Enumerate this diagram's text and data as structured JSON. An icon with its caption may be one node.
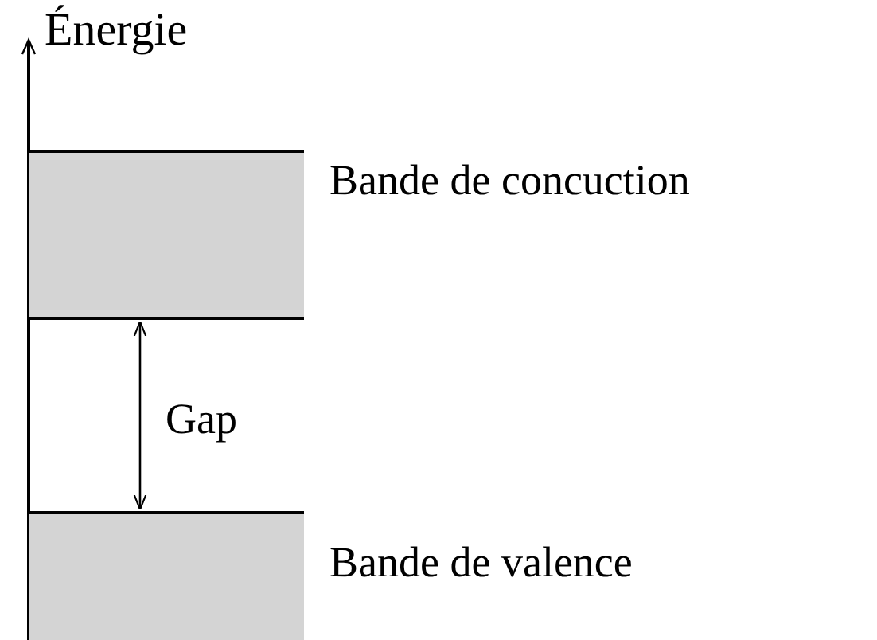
{
  "diagram": {
    "nodes": [
      {
        "text": [],
        "shape": "bar",
        "beside": [
          "Bande de concuction"
        ]
      },
      {
        "text": [],
        "shape": "bar",
        "beside": [
          "Bande de valence"
        ]
      }
    ],
    "edges": [
      {
        "from": 0,
        "to": 1,
        "arrow": "both",
        "label": "Gap"
      }
    ],
    "labels": [
      "Énergie"
    ]
  }
}
